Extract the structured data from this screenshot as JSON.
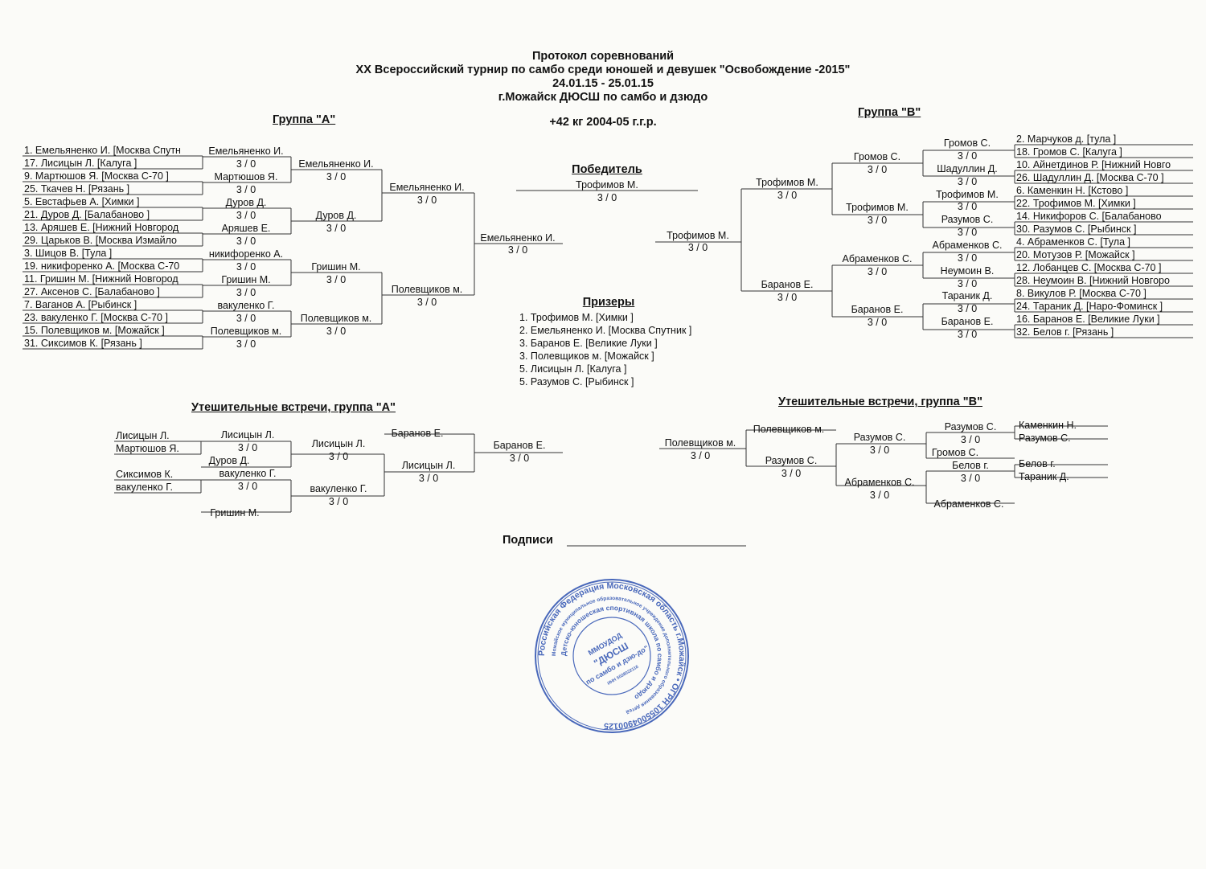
{
  "header": {
    "line1": "Протокол соревнований",
    "line2": "XX Всероссийский турнир по самбо среди юношей и девушек \"Освобождение -2015\"",
    "line3": "24.01.15 - 25.01.15",
    "line4": "г.Можайск ДЮСШ по самбо и дзюдо",
    "line5": "+42 кг 2004-05 г.г.р."
  },
  "groupA": {
    "title": "Группа  \"А\"",
    "entrants": [
      "1. Емельяненко И.  [Москва Спутн",
      "17. Лисицын Л.  [Калуга   ]",
      "9. Мартюшов Я.  [Москва С-70   ]",
      "25. Ткачев Н.  [Рязань   ]",
      "5. Евстафьев А.  [Химки   ]",
      "21. Дуров Д.  [Балабаново   ]",
      "13. Аряшев Е.  [Нижний Новгород",
      "29. Царьков В.  [Москва Измайло",
      "3. Шицов В.  [Тула   ]",
      "19. никифоренко А.  [Москва С-70",
      "11. Гришин М.  [Нижний Новгород",
      "27. Аксенов С.  [Балабаново   ]",
      "7. Ваганов А.  [Рыбинск   ]",
      "23. вакуленко Г.  [Москва С-70   ]",
      "15. Полевщиков м.  [Можайск   ]",
      "31. Сиксимов К.  [Рязань   ]"
    ],
    "round1": [
      {
        "name": "Емельяненко И.",
        "score": "3  /  0"
      },
      {
        "name": "Мартюшов Я.",
        "score": "3  /  0"
      },
      {
        "name": "Дуров Д.",
        "score": "3  /  0"
      },
      {
        "name": "Аряшев Е.",
        "score": "3  /  0"
      },
      {
        "name": "никифоренко А.",
        "score": "3  /  0"
      },
      {
        "name": "Гришин М.",
        "score": "3  /  0"
      },
      {
        "name": "вакуленко Г.",
        "score": "3  /  0"
      },
      {
        "name": "Полевщиков м.",
        "score": "3  /  0"
      }
    ],
    "round2": [
      {
        "name": "Емельяненко И.",
        "score": "3  /  0"
      },
      {
        "name": "Дуров Д.",
        "score": "3  /  0"
      },
      {
        "name": "Гришин М.",
        "score": "3  /  0"
      },
      {
        "name": "Полевщиков м.",
        "score": "3  /  0"
      }
    ],
    "round3": [
      {
        "name": "Емельяненко И.",
        "score": "3  /  0"
      },
      {
        "name": "Полевщиков м.",
        "score": "3  /  0"
      }
    ],
    "final": {
      "name": "Емельяненко И.",
      "score": "3  /  0"
    }
  },
  "groupB": {
    "title": "Группа  \"В\"",
    "entrants": [
      "2. Марчуков д.  [тула   ]",
      "18. Громов С.  [Калуга   ]",
      "10. Айнетдинов Р.  [Нижний Новго",
      "26. Шадуллин Д.  [Москва С-70   ]",
      "6. Каменкин Н.  [Кстово   ]",
      "22. Трофимов М.  [Химки   ]",
      "14. Никифоров С.  [Балабаново",
      "30. Разумов С.  [Рыбинск   ]",
      "4. Абраменков С.  [Тула   ]",
      "20. Мотузов Р.  [Можайск   ]",
      "12. Лобанцев С.  [Москва С-70   ]",
      "28. Неумоин В.  [Нижний Новгоро",
      "8. Викулов Р.  [Москва С-70   ]",
      "24. Тараник Д.  [Наро-Фоминск   ]",
      "16. Баранов Е.  [Великие Луки   ]",
      "32. Белов г.  [Рязань   ]"
    ],
    "round1": [
      {
        "name": "Громов С.",
        "score": "3  /  0"
      },
      {
        "name": "Шадуллин Д.",
        "score": "3  /  0"
      },
      {
        "name": "Трофимов М.",
        "score": "3  /  0"
      },
      {
        "name": "Разумов С.",
        "score": "3  /  0"
      },
      {
        "name": "Абраменков С.",
        "score": "3  /  0"
      },
      {
        "name": "Неумоин В.",
        "score": "3  /  0"
      },
      {
        "name": "Тараник Д.",
        "score": "3  /  0"
      },
      {
        "name": "Баранов Е.",
        "score": "3  /  0"
      }
    ],
    "round2": [
      {
        "name": "Громов С.",
        "score": "3  /  0"
      },
      {
        "name": "Трофимов М.",
        "score": "3  /  0"
      },
      {
        "name": "Абраменков С.",
        "score": "3  /  0"
      },
      {
        "name": "Баранов Е.",
        "score": "3  /  0"
      }
    ],
    "round3": [
      {
        "name": "Трофимов М.",
        "score": "3  /  0"
      },
      {
        "name": "Баранов Е.",
        "score": "3  /  0"
      }
    ],
    "final": {
      "name": "Трофимов М.",
      "score": "3  /  0"
    }
  },
  "winner": {
    "title": "Победитель",
    "name": "Трофимов М.",
    "score": "3  /  0"
  },
  "prizes": {
    "title": "Призеры",
    "items": [
      "1. Трофимов М.    [Химки   ]",
      "2. Емельяненко И.    [Москва Спутник   ]",
      "3. Баранов Е.    [Великие Луки   ]",
      "3. Полевщиков м.    [Можайск   ]",
      "5. Лисицын Л.    [Калуга   ]",
      "5. Разумов С.    [Рыбинск   ]"
    ]
  },
  "consolA": {
    "title": "Утешительные встречи, группа \"А\"",
    "pair1a": "Лисицын Л.",
    "pair1b": "Мартюшов Я.",
    "pair2a": "Сиксимов К.",
    "pair2b": "вакуленко Г.",
    "r1a": {
      "name": "Лисицын Л.",
      "score": "3  /  0"
    },
    "r1b": "Дуров Д.",
    "r1c": {
      "name": "вакуленко Г.",
      "score": "3  /  0"
    },
    "r1d": "Гришин М.",
    "r2a": {
      "name": "Лисицын Л.",
      "score": "3  /  0"
    },
    "r2b": {
      "name": "вакуленко Г.",
      "score": "3  /  0"
    },
    "r3top": "Баранов Е.",
    "r3": {
      "name": "Лисицын Л.",
      "score": "3  /  0"
    },
    "final": {
      "name": "Баранов Е.",
      "score": "3  /  0"
    }
  },
  "consolB": {
    "title": "Утешительные встречи, группа \"В\"",
    "pair1a": "Каменкин Н.",
    "pair1b": "Разумов С.",
    "pair2a": "Белов г.",
    "pair2b": "Тараник Д.",
    "r1a": {
      "name": "Разумов С.",
      "score": "3  /  0"
    },
    "r1b": "Громов С.",
    "r1c": {
      "name": "Белов г.",
      "score": "3  /  0"
    },
    "r1d": "Абраменков С.",
    "r2a": {
      "name": "Разумов С.",
      "score": "3  /  0"
    },
    "r2b": {
      "name": "Абраменков С.",
      "score": "3  /  0"
    },
    "r3top": "Полевщиков м.",
    "r3": {
      "name": "Разумов С.",
      "score": "3  /  0"
    },
    "final": {
      "name": "Полевщиков м.",
      "score": "3  /  0"
    }
  },
  "signature": {
    "label": "Подписи"
  },
  "stamp": {
    "outer": "Российская Федерация Московская область г.Можайск",
    "middle": "Можайское муниципальное образовательное учреждение дополнительного образования детей",
    "inner": "Детско-юношеская спортивная школа по самбо и дзюдо",
    "center1": "ММОУДОД",
    "center2": "\"ДЮСШ",
    "center3": "по самбо и дзю-до\"",
    "inn": "ИНН 5028022116",
    "ogrn": "ОГРН 1055004900125",
    "color": "#2a4fb0"
  }
}
